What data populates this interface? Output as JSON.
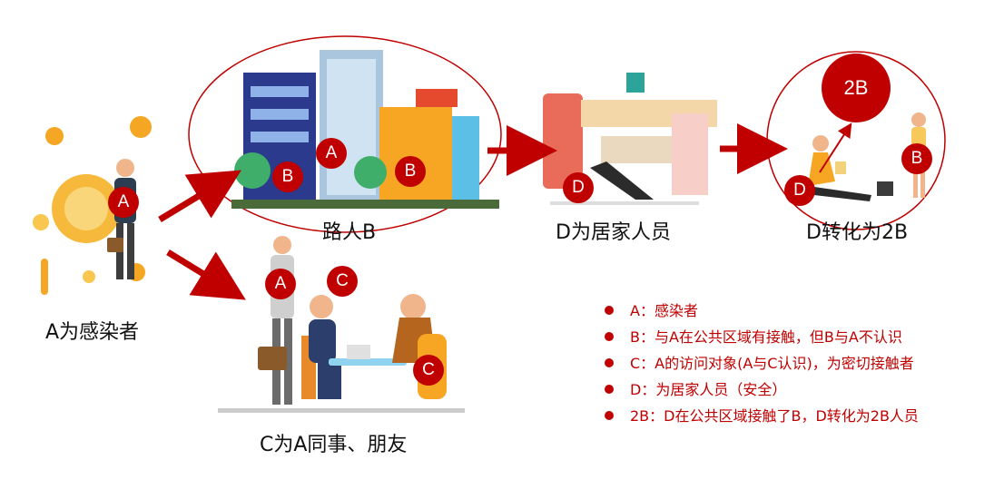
{
  "labels": {
    "infected": "A为感染者",
    "passerby": "路人B",
    "home": "D为居家人员",
    "convert": "D转化为2B",
    "colleague": "C为A同事、朋友"
  },
  "badges": {
    "a": "A",
    "b": "B",
    "c": "C",
    "d": "D",
    "two_b": "2B"
  },
  "legend": [
    "A：感染者",
    "B：与A在公共区域有接触，但B与A不认识",
    "C：A的访问对象(A与C认识)，为密切接触者",
    "D：为居家人员（安全）",
    "2B：D在公共区域接触了B，D转化为2B人员"
  ],
  "colors": {
    "accent": "#c00000",
    "text": "#111111"
  },
  "icons": [
    "virus-icon",
    "person-icon",
    "building-icon",
    "kitchen-icon",
    "meeting-icon",
    "arrow-icon"
  ]
}
